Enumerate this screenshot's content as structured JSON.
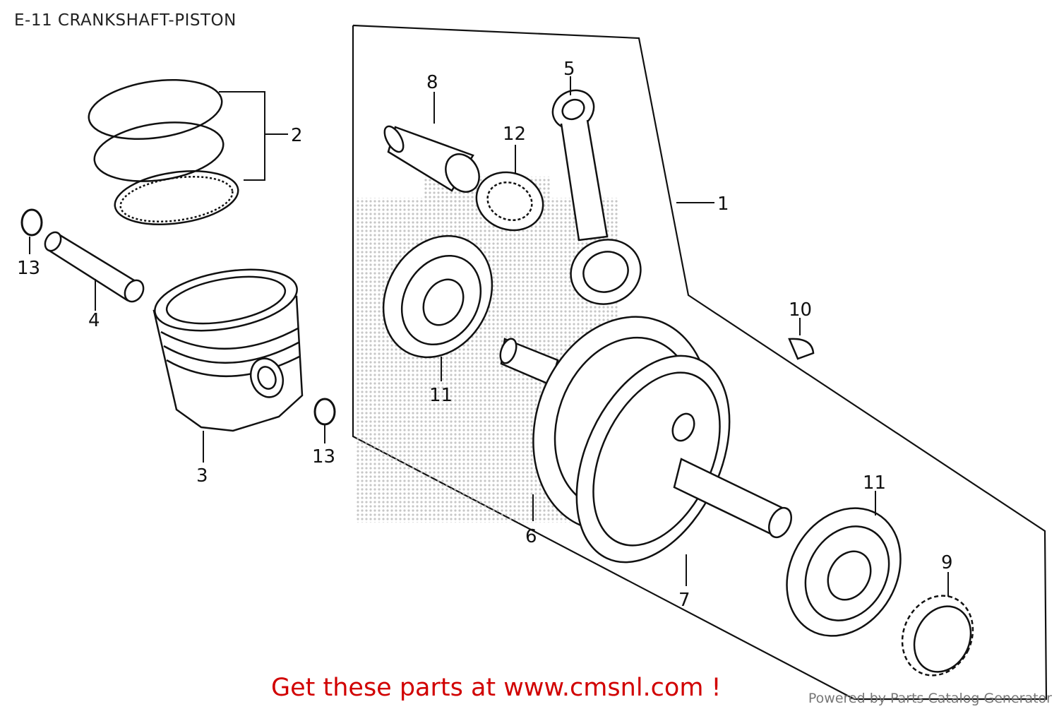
{
  "title": "E-11 CRANKSHAFT-PISTON",
  "promo_text": "Get these parts at www.cmsnl.com !",
  "powered_by": "Powered by Parts Catalog Generator",
  "callouts": {
    "c1": "1",
    "c2": "2",
    "c3": "3",
    "c4": "4",
    "c5": "5",
    "c6": "6",
    "c7": "7",
    "c8": "8",
    "c9": "9",
    "c10": "10",
    "c11a": "11",
    "c11b": "11",
    "c12": "12",
    "c13a": "13",
    "c13b": "13"
  },
  "colors": {
    "promo": "#d10000",
    "line": "#111111"
  }
}
